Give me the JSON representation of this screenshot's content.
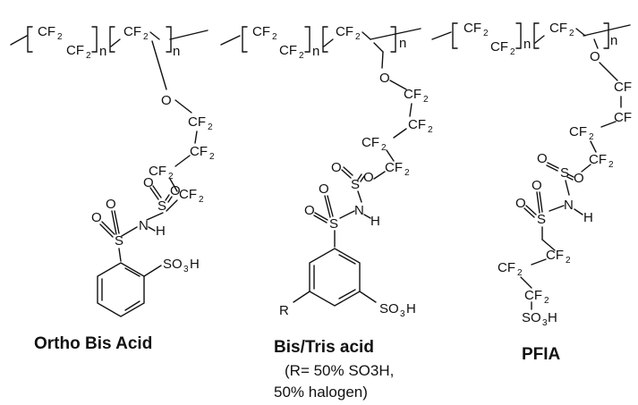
{
  "atoms": {
    "cf2": "CF",
    "cf2_sub": "2",
    "n": "n",
    "o": "O",
    "s": "S",
    "n_atom": "N",
    "h": "H",
    "so3h": "SO",
    "so3h_sub": "3",
    "so3h_h": "H",
    "r": "R"
  },
  "labels": {
    "ortho": "Ortho Bis Acid",
    "bistris": "Bis/Tris acid",
    "bistris_note_1": "(R= 50% SO3H,",
    "bistris_note_2": "50% halogen)",
    "pfia": "PFIA"
  }
}
